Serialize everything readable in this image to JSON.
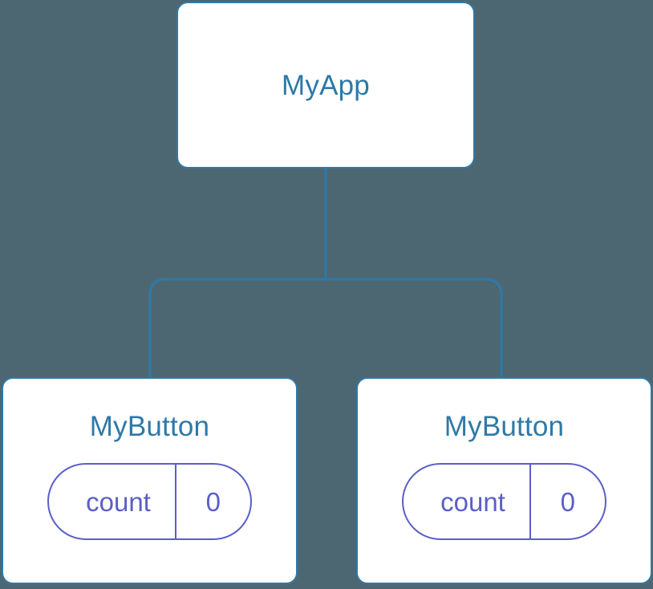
{
  "diagram": {
    "type": "component-tree",
    "background_color": "#4d6772",
    "node_border_color": "#2e79a8",
    "node_fill_color": "#ffffff",
    "node_title_color": "#2e79a8",
    "state_accent_color": "#5b5fc7",
    "link_color": "#2e79a8",
    "root": {
      "title": "MyApp"
    },
    "children": [
      {
        "title": "MyButton",
        "state": {
          "key": "count",
          "value": "0"
        }
      },
      {
        "title": "MyButton",
        "state": {
          "key": "count",
          "value": "0"
        }
      }
    ]
  }
}
